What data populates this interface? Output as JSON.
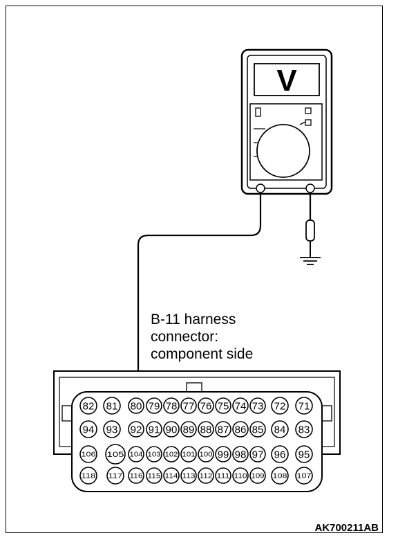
{
  "meter": {
    "display_symbol": "V"
  },
  "label": {
    "line1": "B-11 harness",
    "line2": "connector:",
    "line3": "component side"
  },
  "figure_id": "AK700211AB",
  "connector": {
    "rows": [
      [
        "82",
        "81",
        "80",
        "79",
        "78",
        "77",
        "76",
        "75",
        "74",
        "73",
        "72",
        "71"
      ],
      [
        "94",
        "93",
        "92",
        "91",
        "90",
        "89",
        "88",
        "87",
        "86",
        "85",
        "84",
        "83"
      ],
      [
        "106",
        "105",
        "104",
        "103",
        "102",
        "101",
        "100",
        "99",
        "98",
        "97",
        "96",
        "95"
      ],
      [
        "118",
        "117",
        "116",
        "115",
        "114",
        "113",
        "112",
        "111",
        "110",
        "109",
        "108",
        "107"
      ]
    ],
    "probed_pin": "92"
  }
}
